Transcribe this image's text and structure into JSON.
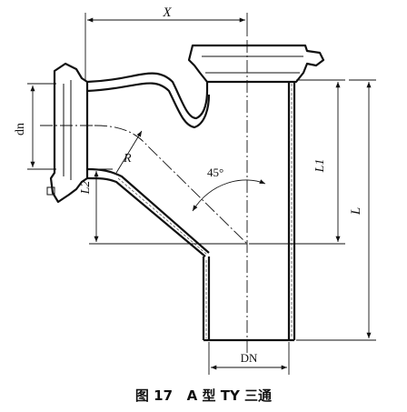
{
  "labels": {
    "x": "X",
    "dn_small": "dn",
    "r": "R",
    "l2": "L2",
    "l1": "L1",
    "l": "L",
    "angle": "45°",
    "dn_large": "DN"
  },
  "caption": "图 17   A 型 TY 三通"
}
